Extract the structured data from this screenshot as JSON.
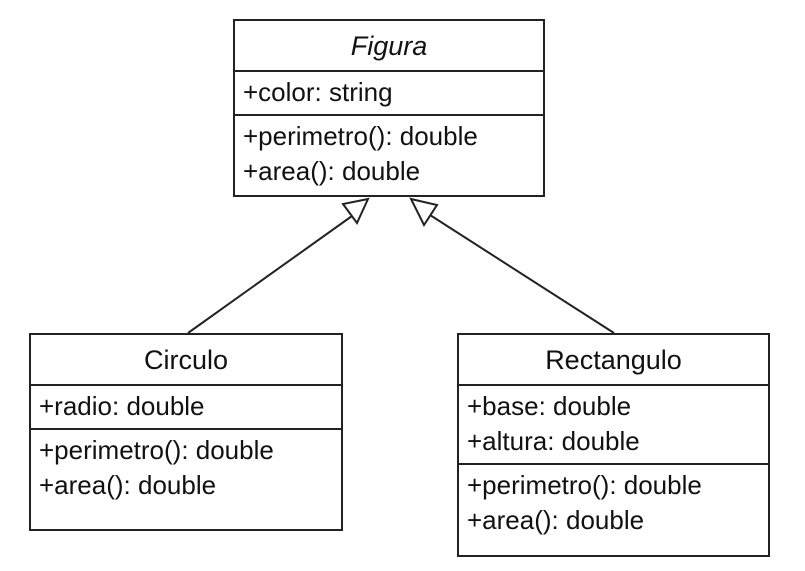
{
  "classes": {
    "figura": {
      "name": "Figura",
      "attributes": [
        "+color: string"
      ],
      "operations": [
        "+perimetro(): double",
        "+area(): double"
      ]
    },
    "circulo": {
      "name": "Circulo",
      "attributes": [
        "+radio: double"
      ],
      "operations": [
        "+perimetro(): double",
        "+area(): double"
      ]
    },
    "rectangulo": {
      "name": "Rectangulo",
      "attributes": [
        "+base: double",
        "+altura: double"
      ],
      "operations": [
        "+perimetro(): double",
        "+area(): double"
      ]
    }
  },
  "relationships": [
    {
      "type": "generalization",
      "from": "Circulo",
      "to": "Figura"
    },
    {
      "type": "generalization",
      "from": "Rectangulo",
      "to": "Figura"
    }
  ],
  "colors": {
    "line": "#222222",
    "fill": "#ffffff",
    "text": "#111111"
  }
}
